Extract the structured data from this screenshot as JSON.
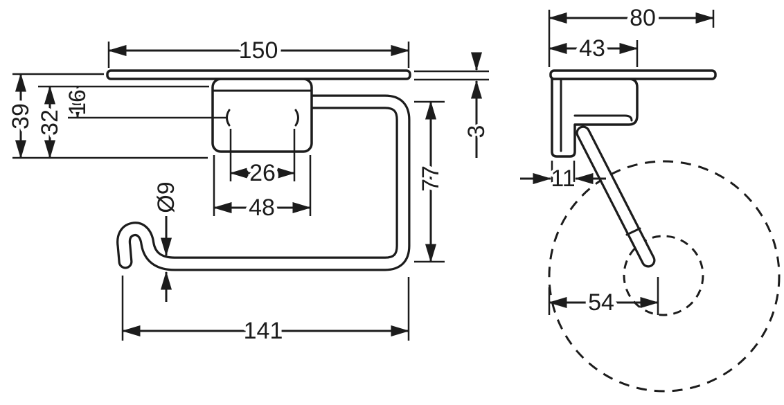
{
  "drawing": {
    "type": "technical-dimension-drawing",
    "colors": {
      "line": "#1c1c1c",
      "background": "#ffffff"
    },
    "dims": {
      "front": {
        "shelf_width": "150",
        "total_height": "39",
        "plate_height": "32",
        "hole_offset": "16",
        "hole_spacing": "26",
        "plate_width": "48",
        "bar_diameter": "Ø9",
        "drop_height": "77",
        "shelf_thickness": "3",
        "bar_width": "141"
      },
      "side": {
        "shelf_depth": "80",
        "bracket_depth": "43",
        "plate_depth": "11",
        "roll_offset": "54"
      }
    }
  }
}
